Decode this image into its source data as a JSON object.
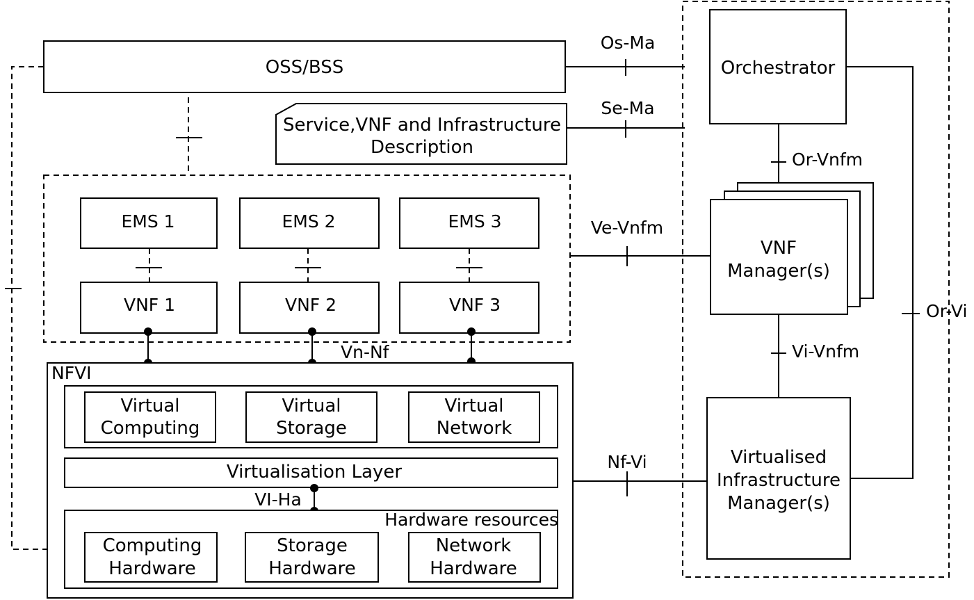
{
  "nodes": {
    "oss_bss": "OSS/BSS",
    "description": [
      "Service,VNF and Infrastructure",
      "Description"
    ],
    "orchestrator": "Orchestrator",
    "vnf_manager": [
      "VNF",
      "Manager(s)"
    ],
    "vim": [
      "Virtualised",
      "Infrastructure",
      "Manager(s)"
    ],
    "ems": [
      "EMS 1",
      "EMS 2",
      "EMS 3"
    ],
    "vnf": [
      "VNF 1",
      "VNF 2",
      "VNF 3"
    ],
    "nfvi": "NFVI",
    "virtual_resources": [
      [
        "Virtual",
        "Computing"
      ],
      [
        "Virtual",
        "Storage"
      ],
      [
        "Virtual",
        "Network"
      ]
    ],
    "virtualisation_layer": "Virtualisation Layer",
    "hardware_resources": "Hardware resources",
    "hardware": [
      [
        "Computing",
        "Hardware"
      ],
      [
        "Storage",
        "Hardware"
      ],
      [
        "Network",
        "Hardware"
      ]
    ]
  },
  "reference_points": {
    "os_ma": "Os-Ma",
    "se_ma": "Se-Ma",
    "or_vnfm": "Or-Vnfm",
    "ve_vnfm": "Ve-Vnfm",
    "or_vi": "Or-Vi",
    "vi_vnfm": "Vi-Vnfm",
    "vn_nf": "Vn-Nf",
    "nf_vi": "Nf-Vi",
    "vi_ha": "VI-Ha"
  }
}
